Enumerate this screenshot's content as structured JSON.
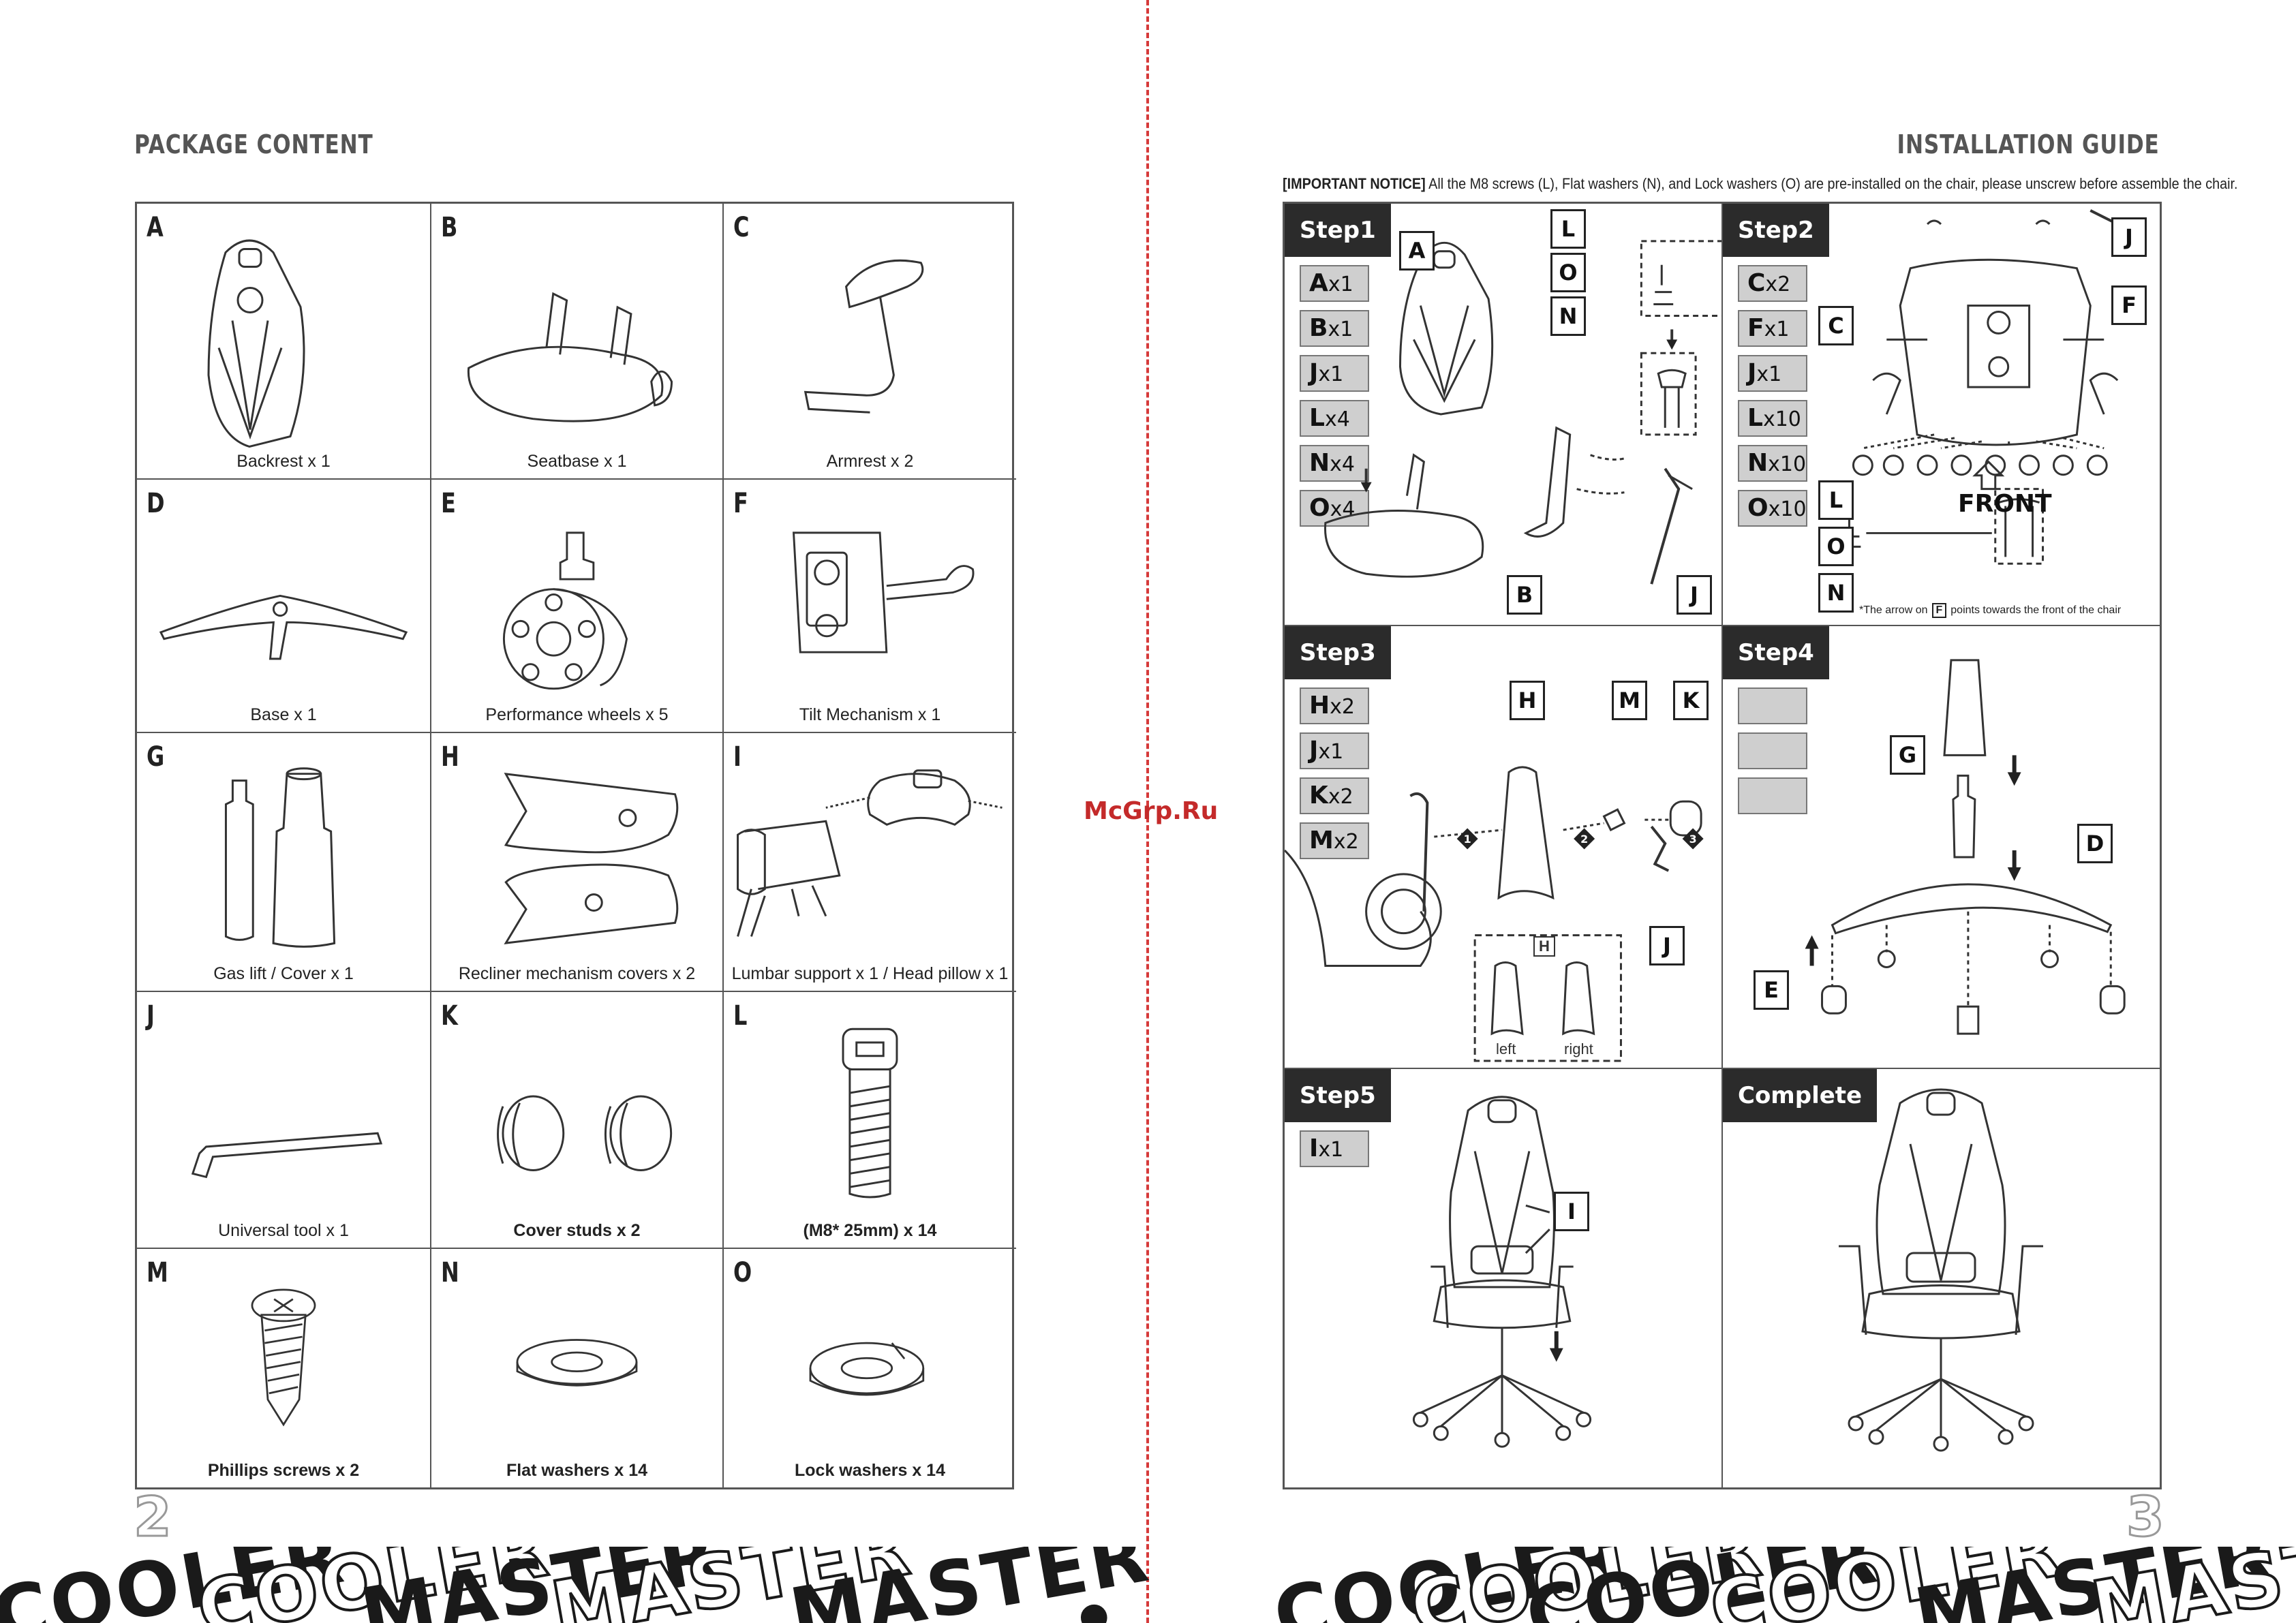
{
  "left_page": {
    "heading": "PACKAGE CONTENT",
    "page_number": "2",
    "items": [
      {
        "letter": "A",
        "caption": "Backrest x 1",
        "bold": false
      },
      {
        "letter": "B",
        "caption": "Seatbase x 1",
        "bold": false
      },
      {
        "letter": "C",
        "caption": "Armrest x 2",
        "bold": false
      },
      {
        "letter": "D",
        "caption": "Base x 1",
        "bold": false
      },
      {
        "letter": "E",
        "caption": "Performance wheels x 5",
        "bold": false
      },
      {
        "letter": "F",
        "caption": "Tilt Mechanism x 1",
        "bold": false
      },
      {
        "letter": "G",
        "caption": "Gas lift / Cover x 1",
        "bold": false
      },
      {
        "letter": "H",
        "caption": "Recliner mechanism covers x 2",
        "bold": false
      },
      {
        "letter": "I",
        "caption": "Lumbar support x 1 / Head pillow x 1",
        "bold": false
      },
      {
        "letter": "J",
        "caption": "Universal tool x 1",
        "bold": false
      },
      {
        "letter": "K",
        "caption": "Cover studs x 2",
        "bold": true
      },
      {
        "letter": "L",
        "caption": "(M8* 25mm) x 14",
        "bold": true
      },
      {
        "letter": "M",
        "caption": "Phillips screws x 2",
        "bold": true
      },
      {
        "letter": "N",
        "caption": "Flat washers x 14",
        "bold": true
      },
      {
        "letter": "O",
        "caption": "Lock washers x 14",
        "bold": true
      }
    ]
  },
  "right_page": {
    "heading": "INSTALLATION GUIDE",
    "page_number": "3",
    "notice_label": "[IMPORTANT NOTICE]",
    "notice_text": "All the M8 screws (L), Flat washers (N), and Lock washers (O) are pre-installed on the chair, please unscrew before assemble the chair.",
    "steps": [
      {
        "title": "Step1",
        "parts": [
          [
            "A",
            "x1"
          ],
          [
            "B",
            "x1"
          ],
          [
            "J",
            "x1"
          ],
          [
            "L",
            "x4"
          ],
          [
            "N",
            "x4"
          ],
          [
            "O",
            "x4"
          ]
        ]
      },
      {
        "title": "Step2",
        "parts": [
          [
            "C",
            "x2"
          ],
          [
            "F",
            "x1"
          ],
          [
            "J",
            "x1"
          ],
          [
            "L",
            "x10"
          ],
          [
            "N",
            "x10"
          ],
          [
            "O",
            "x10"
          ]
        ]
      },
      {
        "title": "Step3",
        "parts": [
          [
            "H",
            "x2"
          ],
          [
            "J",
            "x1"
          ],
          [
            "K",
            "x2"
          ],
          [
            "M",
            "x2"
          ]
        ]
      },
      {
        "title": "Step4",
        "parts": [
          [
            "",
            ""
          ],
          [
            "",
            ""
          ],
          [
            "",
            ""
          ]
        ]
      },
      {
        "title": "Step5",
        "parts": [
          [
            "I",
            "x1"
          ]
        ]
      },
      {
        "title": "Complete",
        "parts": []
      }
    ],
    "step1_labels": [
      "A",
      "L",
      "O",
      "N",
      "B",
      "J"
    ],
    "step2_labels": [
      "J",
      "C",
      "F",
      "L",
      "O",
      "N"
    ],
    "step2_front": "FRONT",
    "step2_note_before": "*The arrow on",
    "step2_note_box": "F",
    "step2_note_after": "points towards the front of the chair",
    "step3_labels": [
      "H",
      "M",
      "K",
      "J"
    ],
    "step3_cover_label": "H",
    "step3_left": "left",
    "step3_right": "right",
    "step3_numbers": [
      "1",
      "2",
      "3"
    ],
    "step4_labels": [
      "G",
      "D",
      "E"
    ],
    "step5_labels": [
      "I"
    ]
  },
  "watermark": {
    "text_a": "COOLER",
    "text_b": "MASTER",
    "separator": "•"
  },
  "source_mark": "McGrp.Ru"
}
